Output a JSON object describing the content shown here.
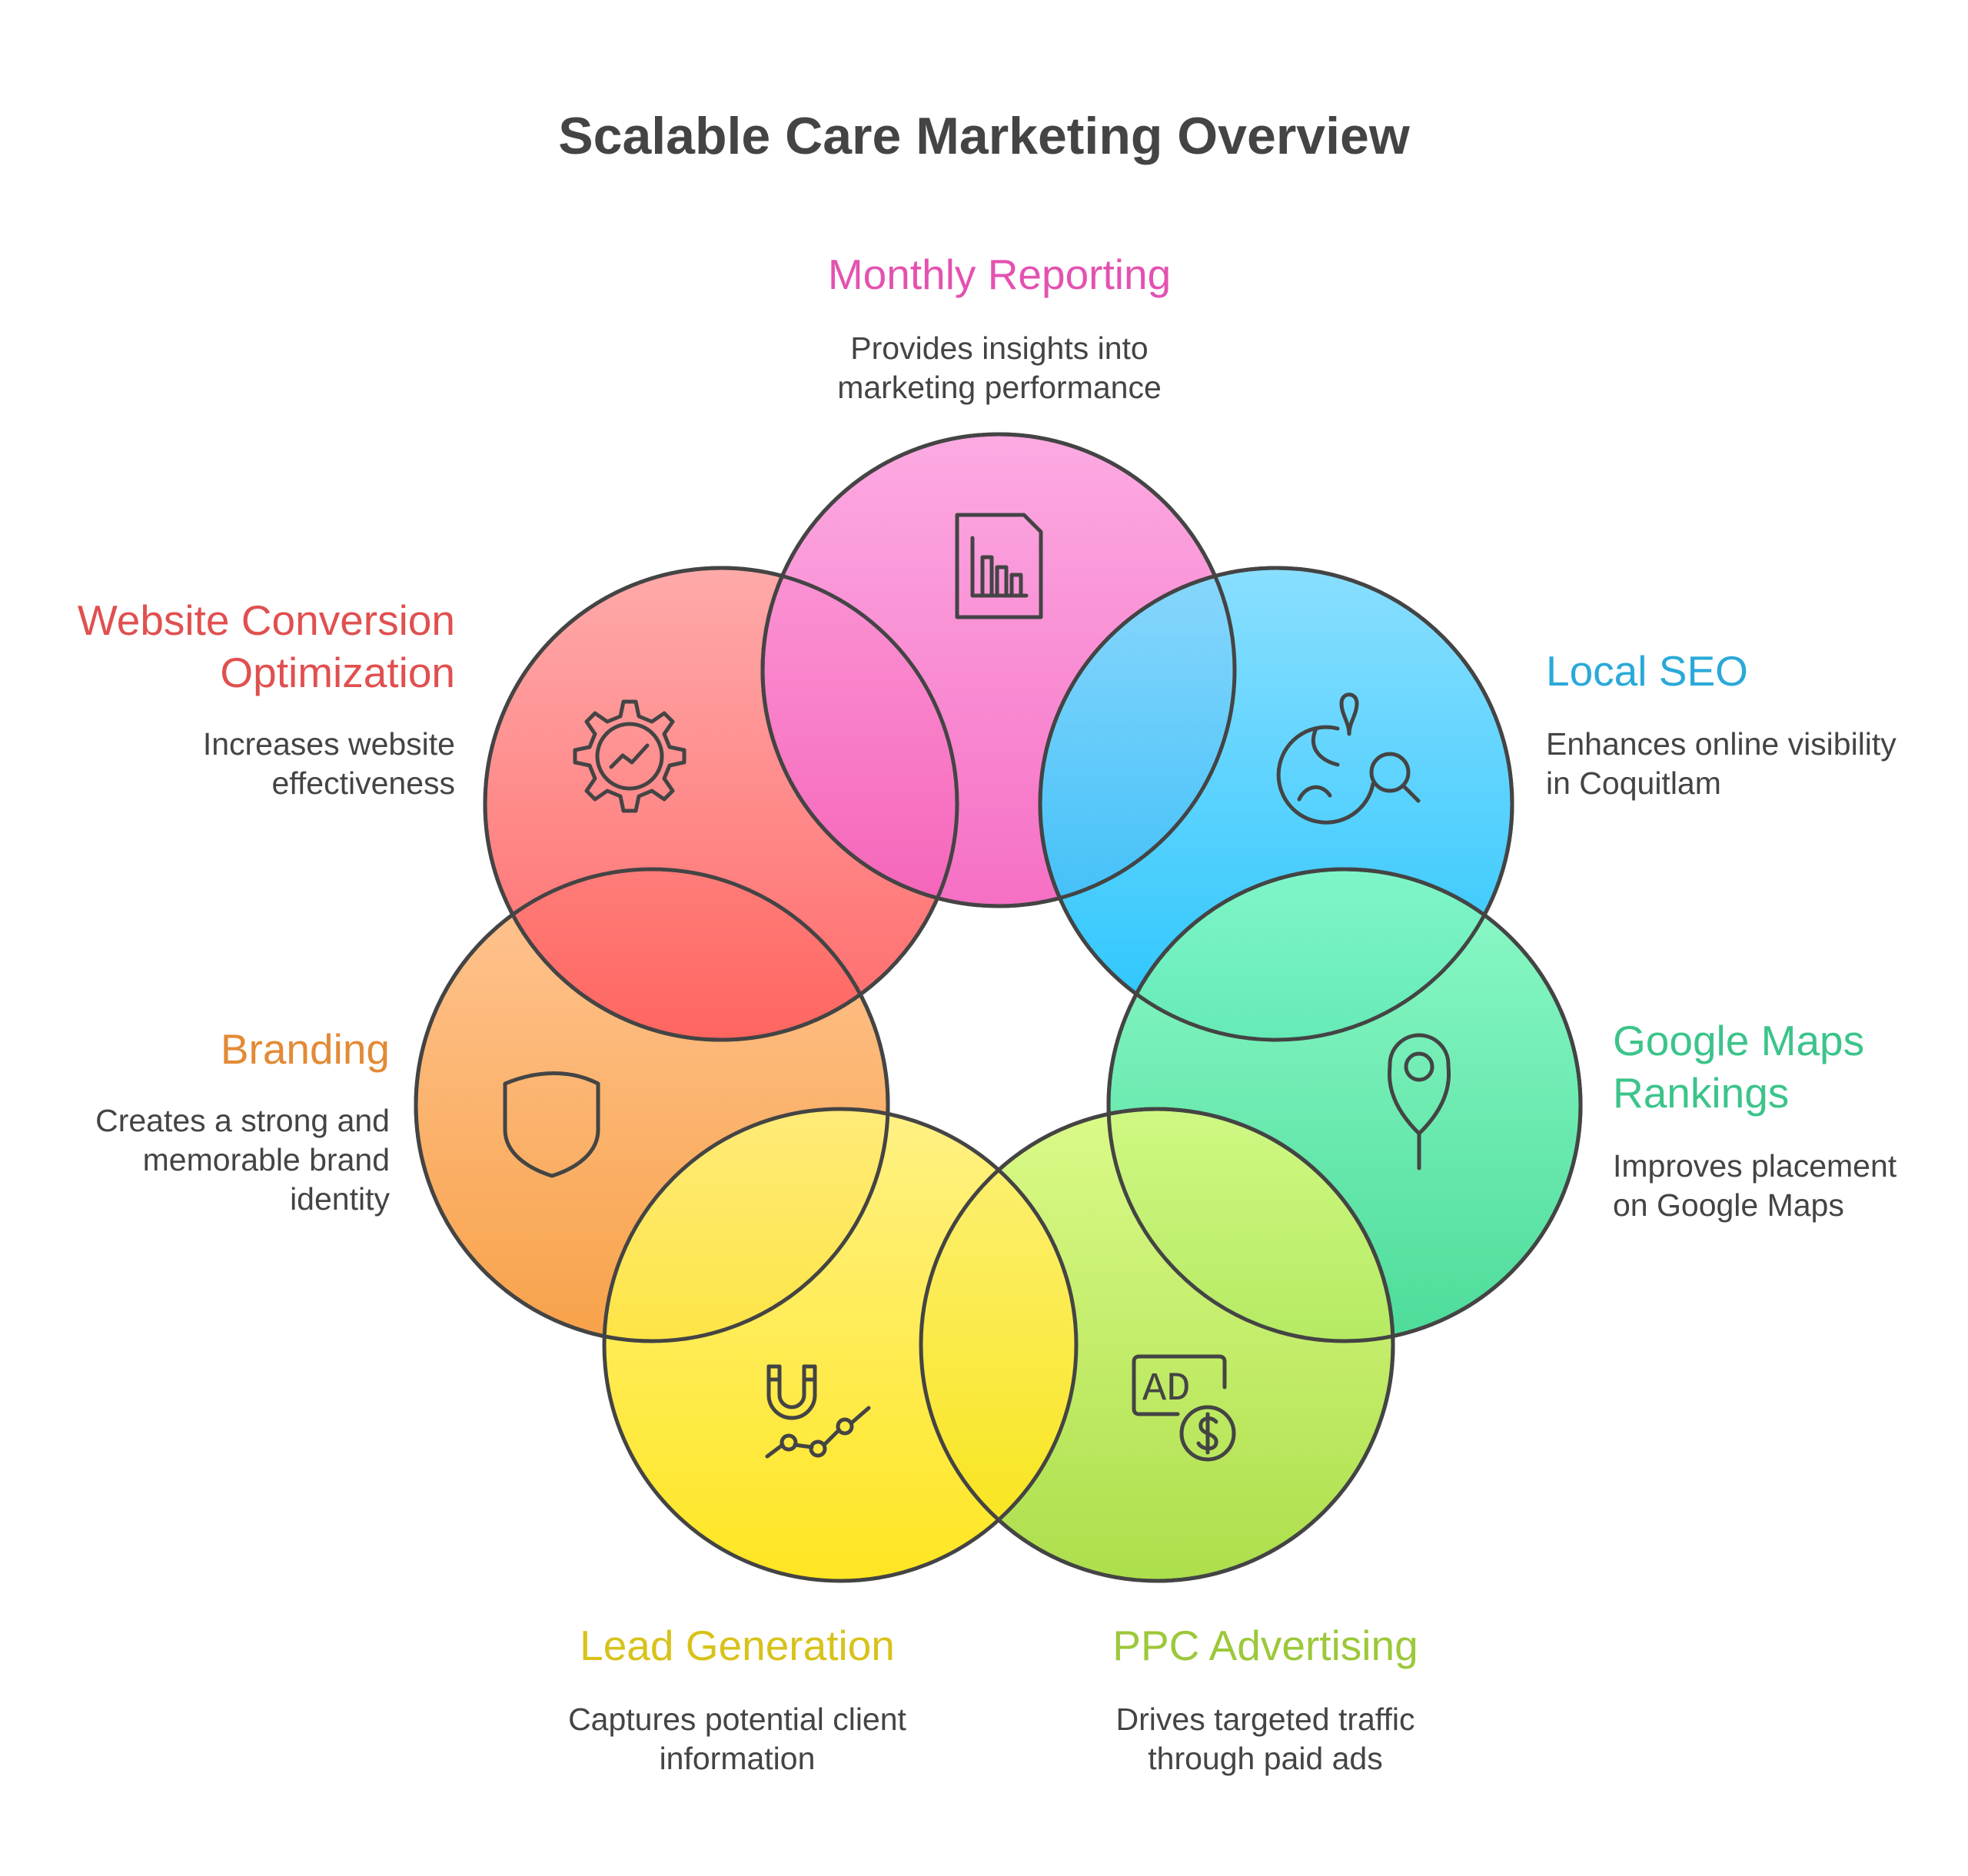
{
  "title": "Scalable Care Marketing Overview",
  "segments": [
    {
      "id": "monthly-reporting",
      "label": "Monthly Reporting",
      "description": "Provides insights into marketing performance",
      "color": "#e352b0",
      "fill_top": "#fca3e0",
      "fill_bottom": "#f563bf",
      "icon": "report-chart-icon"
    },
    {
      "id": "local-seo",
      "label": "Local SEO",
      "description": "Enhances online visibility in Coquitlam",
      "color": "#2aa9d9",
      "fill_top": "#7fdcff",
      "fill_bottom": "#16c0fc",
      "icon": "globe-search-icon"
    },
    {
      "id": "google-maps-rankings",
      "label": "Google Maps Rankings",
      "description": "Improves placement on Google Maps",
      "color": "#3cc48a",
      "fill_top": "#84f9c4",
      "fill_bottom": "#3ed991",
      "icon": "map-pin-icon"
    },
    {
      "id": "ppc-advertising",
      "label": "PPC Advertising",
      "description": "Drives targeted traffic through paid ads",
      "color": "#9cc83a",
      "fill_top": "#d8fa7f",
      "fill_bottom": "#a5dc3c",
      "icon": "ad-dollar-icon"
    },
    {
      "id": "lead-generation",
      "label": "Lead Generation",
      "description": "Captures potential client information",
      "color": "#d8c21a",
      "fill_top": "#fff07a",
      "fill_bottom": "#ffe40f",
      "icon": "magnet-growth-icon"
    },
    {
      "id": "branding",
      "label": "Branding",
      "description": "Creates a strong and memorable brand identity",
      "color": "#e38a35",
      "fill_top": "#ffc08a",
      "fill_bottom": "#f79a3a",
      "icon": "shield-icon"
    },
    {
      "id": "website-conversion-optimization",
      "label": "Website Conversion Optimization",
      "description": "Increases website effectiveness",
      "color": "#e05050",
      "fill_top": "#ffa2a2",
      "fill_bottom": "#ff5e5e",
      "icon": "gear-chart-icon"
    }
  ],
  "text": {
    "monthly_label": "Monthly Reporting",
    "monthly_desc_1": "Provides insights into",
    "monthly_desc_2": "marketing performance",
    "seo_label": "Local SEO",
    "seo_desc_1": "Enhances online visibility",
    "seo_desc_2": "in Coquitlam",
    "maps_label_1": "Google Maps",
    "maps_label_2": "Rankings",
    "maps_desc_1": "Improves placement",
    "maps_desc_2": "on Google Maps",
    "ppc_label": "PPC Advertising",
    "ppc_desc_1": "Drives targeted traffic",
    "ppc_desc_2": "through paid ads",
    "lead_label": "Lead Generation",
    "lead_desc_1": "Captures potential client",
    "lead_desc_2": "information",
    "branding_label": "Branding",
    "branding_desc_1": "Creates a strong and",
    "branding_desc_2": "memorable brand",
    "branding_desc_3": "identity",
    "web_label_1": "Website Conversion",
    "web_label_2": "Optimization",
    "web_desc_1": "Increases website",
    "web_desc_2": "effectiveness",
    "ad_text": "AD"
  }
}
